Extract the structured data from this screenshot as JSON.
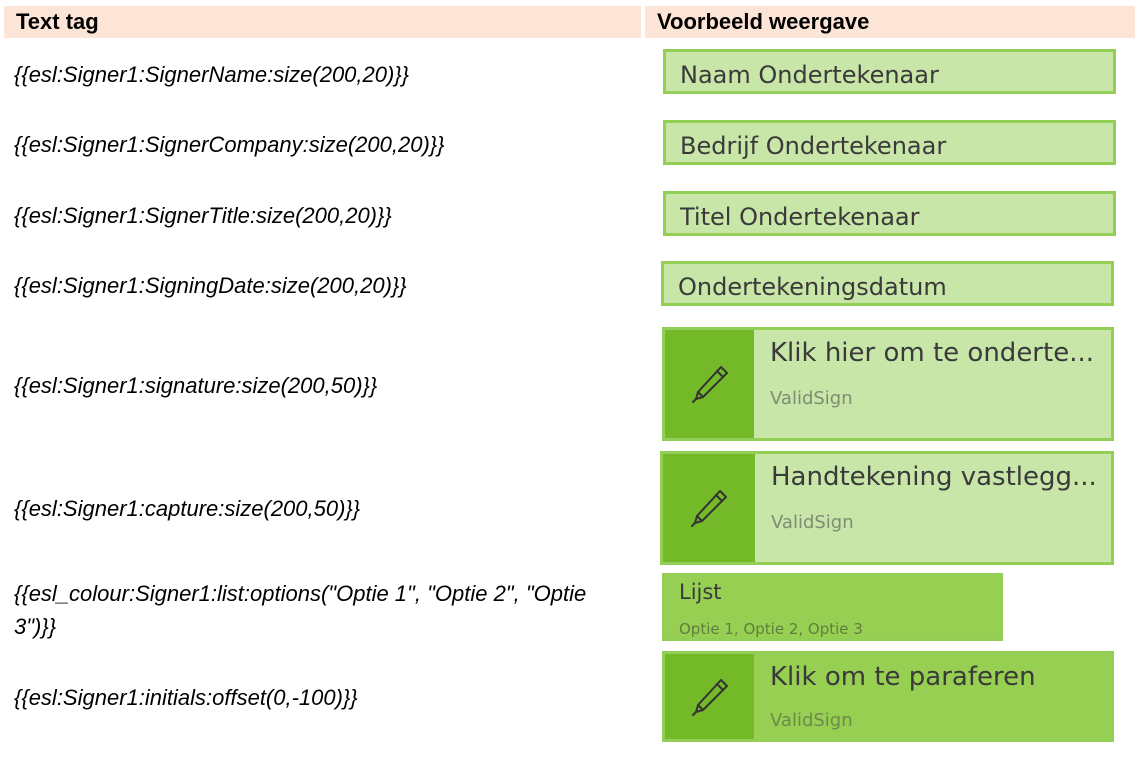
{
  "headers": {
    "text_tag": "Text tag",
    "preview": "Voorbeeld weergave"
  },
  "rows": {
    "signer_name": {
      "tag": "{{esl:Signer1:SignerName:size(200,20)}}",
      "preview": "Naam Ondertekenaar"
    },
    "signer_company": {
      "tag": "{{esl:Signer1:SignerCompany:size(200,20)}}",
      "preview": "Bedrijf Ondertekenaar"
    },
    "signer_title": {
      "tag": "{{esl:Signer1:SignerTitle:size(200,20)}}",
      "preview": "Titel Ondertekenaar"
    },
    "signing_date": {
      "tag": "{{esl:Signer1:SigningDate:size(200,20)}}",
      "preview": "Ondertekeningsdatum"
    },
    "signature": {
      "tag": "{{esl:Signer1:signature:size(200,50)}}",
      "preview_title": "Klik hier om te onderte...",
      "preview_sub": "ValidSign"
    },
    "capture": {
      "tag": "{{esl:Signer1:capture:size(200,50)}}",
      "preview_title": "Handtekening vastlegg...",
      "preview_sub": "ValidSign"
    },
    "list": {
      "tag": "{{esl_colour:Signer1:list:options(\"Optie 1\", \"Optie 2\", \"Optie 3\")}}",
      "preview_title": "Lijst",
      "preview_sub": "Optie 1, Optie 2, Optie 3"
    },
    "initials": {
      "tag": "{{esl:Signer1:initials:offset(0,-100)}}",
      "preview_title": "Klik om te paraferen",
      "preview_sub": "ValidSign"
    }
  },
  "colors": {
    "header_bg": "#fce4d6",
    "field_bg": "#c8e6a8",
    "field_border": "#93cf57",
    "pen_box": "#74b928",
    "active_bg": "#96cf52"
  },
  "icons": {
    "pen": "pen-icon"
  }
}
